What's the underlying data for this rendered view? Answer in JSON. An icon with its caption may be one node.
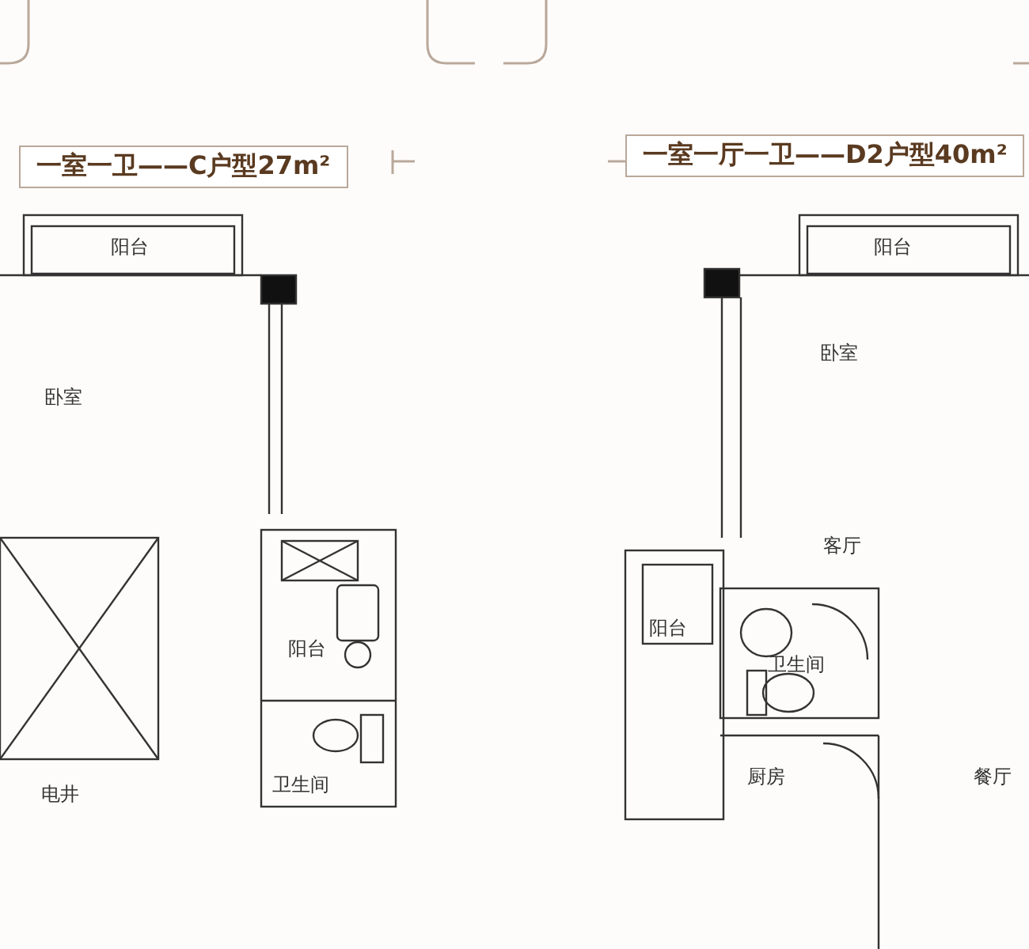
{
  "diagram": {
    "labels": [
      "一室一卫——C户型27m²",
      "阳台",
      "卧室",
      "阳台",
      "电井",
      "卫生间",
      "一室一厅一卫——D2户型40m²",
      "阳台",
      "卧室",
      "客厅",
      "阳台",
      "卫生间",
      "厨房",
      "餐厅"
    ]
  }
}
